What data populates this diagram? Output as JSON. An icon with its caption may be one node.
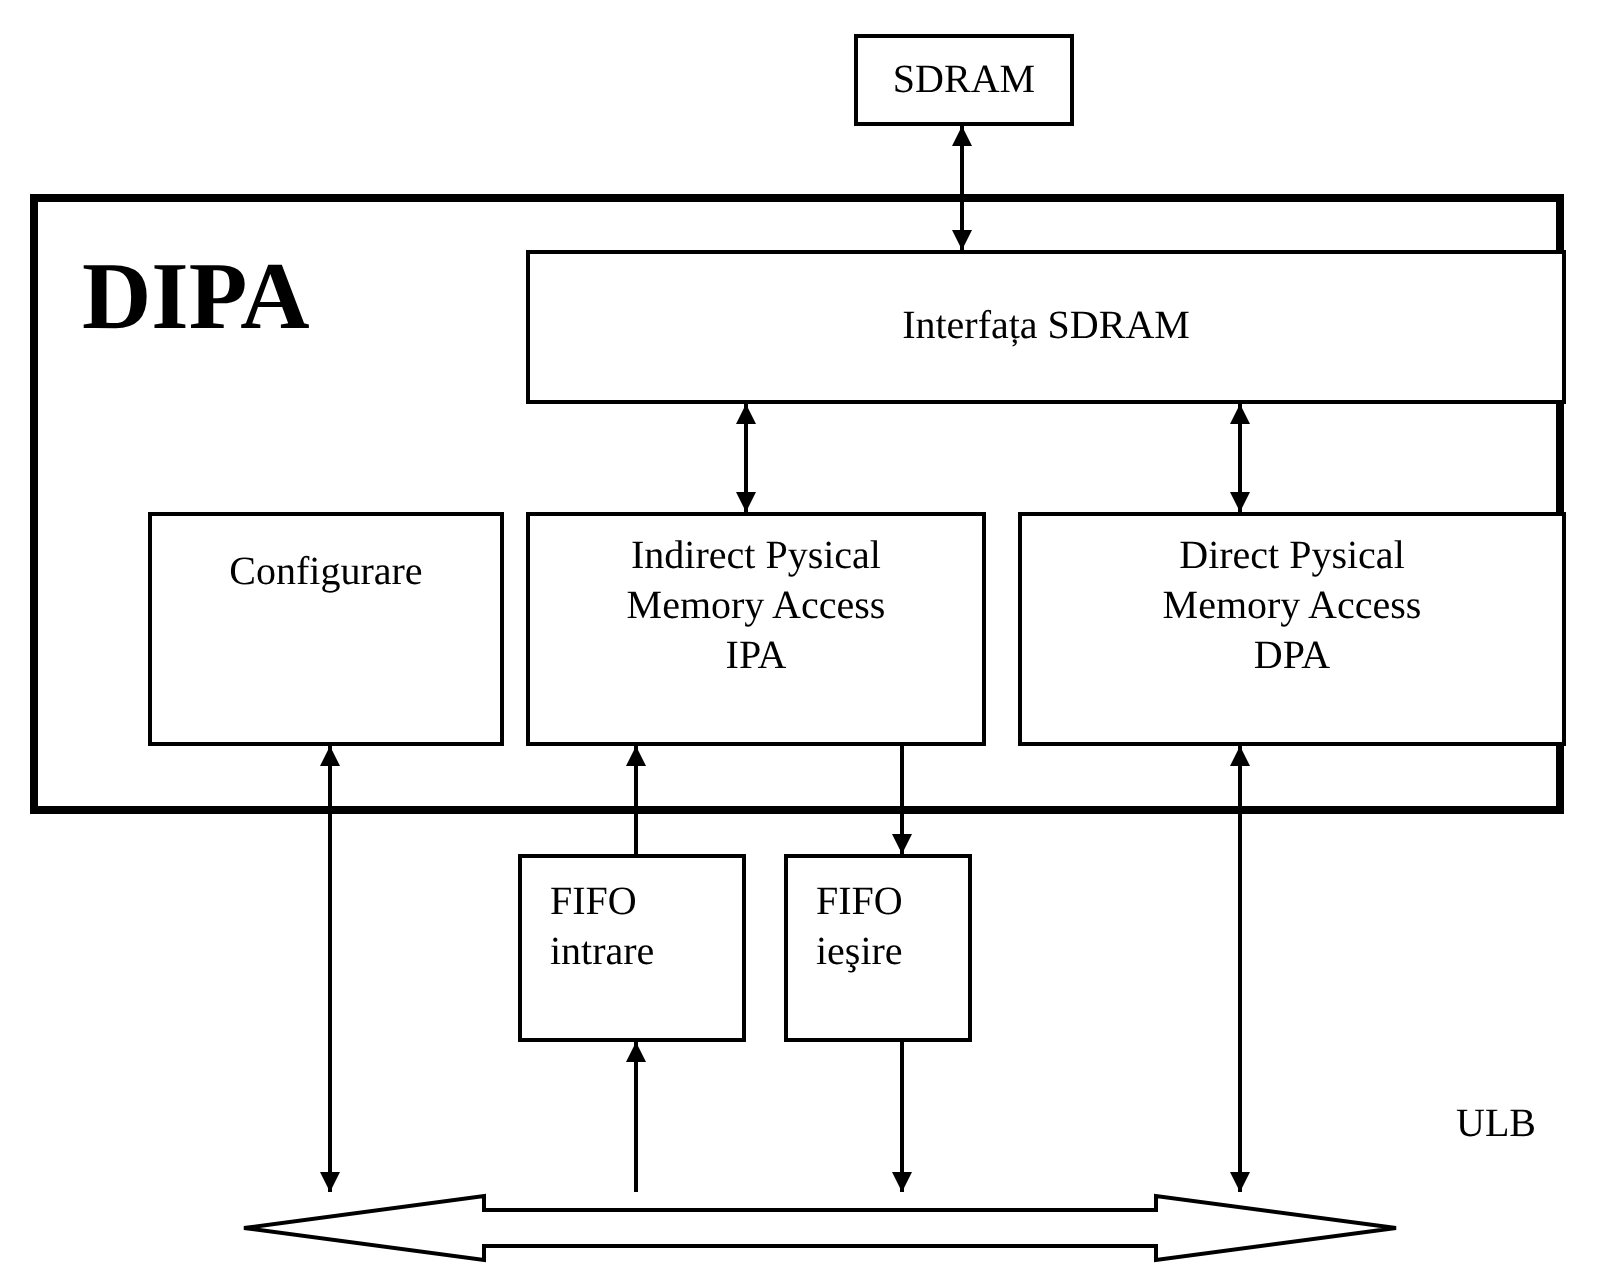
{
  "diagram": {
    "nodes": [
      {
        "text": [
          "SDRAM"
        ]
      },
      {
        "text": [
          "DIPA"
        ]
      },
      {
        "text": [
          "Interfața SDRAM"
        ],
        "in": 1
      },
      {
        "text": [
          "Configurare"
        ],
        "in": 1
      },
      {
        "text": [
          "Indirect Pysical Memory Access IPA"
        ],
        "in": 1
      },
      {
        "text": [
          "Direct Pysical Memory Access DPA"
        ],
        "in": 1
      },
      {
        "text": [
          "FIFO intrare"
        ]
      },
      {
        "text": [
          "FIFO ieşire"
        ]
      },
      {
        "text": [],
        "shape": "bar",
        "beside": [
          "ULB"
        ]
      }
    ],
    "edges": [
      {
        "from": 0,
        "to": 2,
        "arrow": "both"
      },
      {
        "from": 2,
        "to": 4,
        "arrow": "both"
      },
      {
        "from": 2,
        "to": 5,
        "arrow": "both"
      },
      {
        "from": 6,
        "to": 4,
        "arrow": "to"
      },
      {
        "from": 4,
        "to": 7,
        "arrow": "to"
      },
      {
        "from": 3,
        "to": 8,
        "arrow": "both"
      },
      {
        "from": 8,
        "to": 6,
        "arrow": "to"
      },
      {
        "from": 7,
        "to": 8,
        "arrow": "to"
      },
      {
        "from": 5,
        "to": 8,
        "arrow": "both"
      }
    ]
  }
}
